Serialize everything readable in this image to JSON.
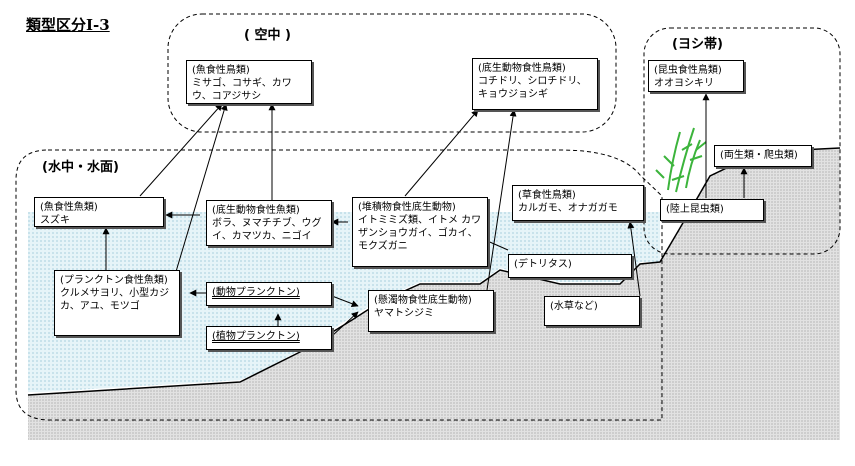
{
  "title": "類型区分Ⅰ-3",
  "regions": {
    "air": "( 空中 )",
    "reed": "(ヨシ帯)",
    "water": "(水中・水面)"
  },
  "boxes": {
    "fish_birds": "(魚食性鳥類)\nミサゴ、コサギ、カワウ、コアジサシ",
    "benthic_birds": "(底生動物食性鳥類)\nコチドリ、シロチドリ、キョウジョシギ",
    "insect_birds": "(昆虫食性鳥類)\nオオヨシキリ",
    "amphibians": "(両生類・爬虫類)",
    "land_insects": "(陸上昆虫類)",
    "herb_birds": "(草食性鳥類)\nカルガモ、オナガガモ",
    "fish_fish": "(魚食性魚類)\nスズキ",
    "benthic_fish": "(底生動物食性魚類)\nボラ、ヌマチチブ、ウグイ、カマツカ、ニゴイ",
    "deposit_benthos": "(堆積物食性底生動物)\nイトミミズ類、イトメ カワザンショウガイ、ゴカイ、モクズガニ",
    "detritus": "(デトリタス)",
    "plankton_fish": "(プランクトン食性魚類)\nクルメサヨリ、小型カジカ、アユ、モツゴ",
    "zooplankton": "(動物プランクトン)",
    "phytoplankton": "(植物プランクトン)",
    "suspension_benthos": "(懸濁物食性底生動物)\nヤマトシジミ",
    "aquatic_plants": "(水草など)"
  }
}
